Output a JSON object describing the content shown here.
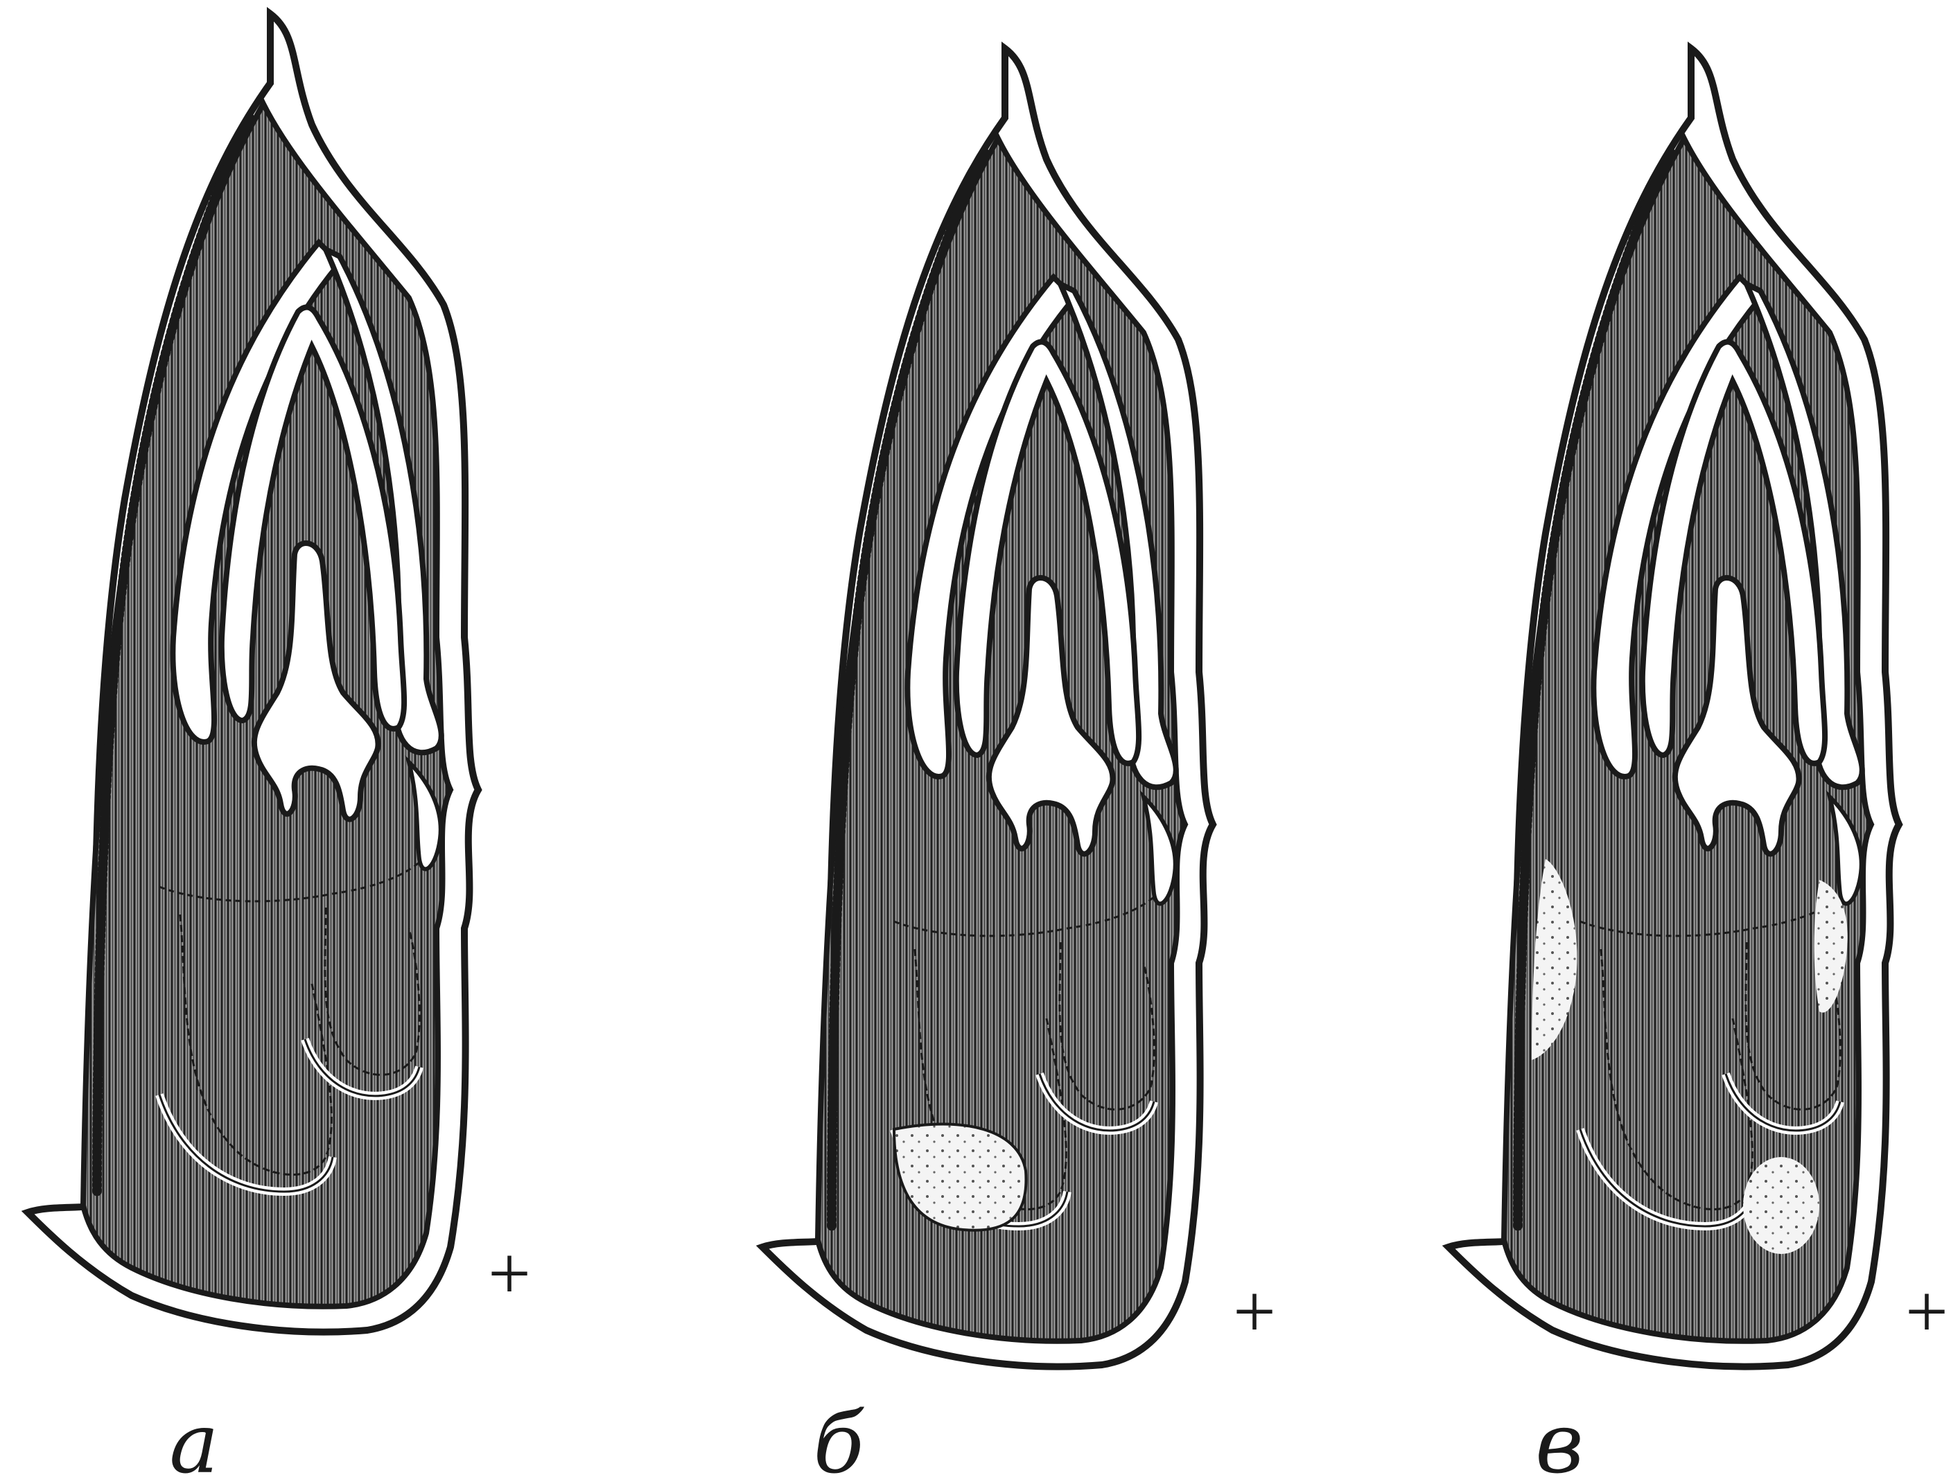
{
  "panels": [
    {
      "caption": "а",
      "marker": "+",
      "highlight": "none"
    },
    {
      "caption": "б",
      "marker": "+",
      "highlight": "lower-left"
    },
    {
      "caption": "в",
      "marker": "+",
      "highlight": "sides-and-lower-right"
    }
  ],
  "colors": {
    "ink": "#1a1a1a",
    "tissue_fill": "#8a8a8a",
    "background": "#ffffff",
    "highlight_spot": "#f4f4f4"
  }
}
